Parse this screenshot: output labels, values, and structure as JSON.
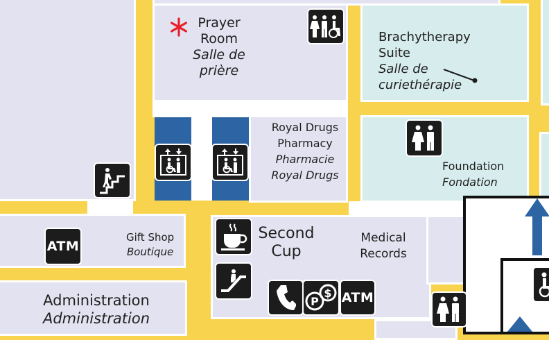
{
  "rooms": {
    "prayer_room": {
      "en1": "Prayer",
      "en2": "Room",
      "fr1": "Salle de",
      "fr2": "prière"
    },
    "brachytherapy": {
      "en1": "Brachytherapy",
      "en2": "Suite",
      "fr1": "Salle de",
      "fr2": "curiethérapie"
    },
    "pharmacy": {
      "en1": "Royal Drugs",
      "en2": "Pharmacy",
      "fr1": "Pharmacie",
      "fr2": "Royal Drugs"
    },
    "foundation": {
      "en": "Foundation",
      "fr": "Fondation"
    },
    "gift_shop": {
      "en": "Gift Shop",
      "fr": "Boutique"
    },
    "second_cup": {
      "en1": "Second",
      "en2": "Cup"
    },
    "medical_records": {
      "en1": "Medical",
      "en2": "Records"
    },
    "administration": {
      "en": "Administration",
      "fr": "Administration"
    }
  },
  "icons": {
    "atm_left": "ATM",
    "atm_bottom": "ATM"
  },
  "colors": {
    "corridor": "#f8d34e",
    "room": "#e2e2f0",
    "clinic": "#d7ecec",
    "elevator": "#2d64a3",
    "marker": "#e8202a",
    "direction": "#2d64a3"
  }
}
